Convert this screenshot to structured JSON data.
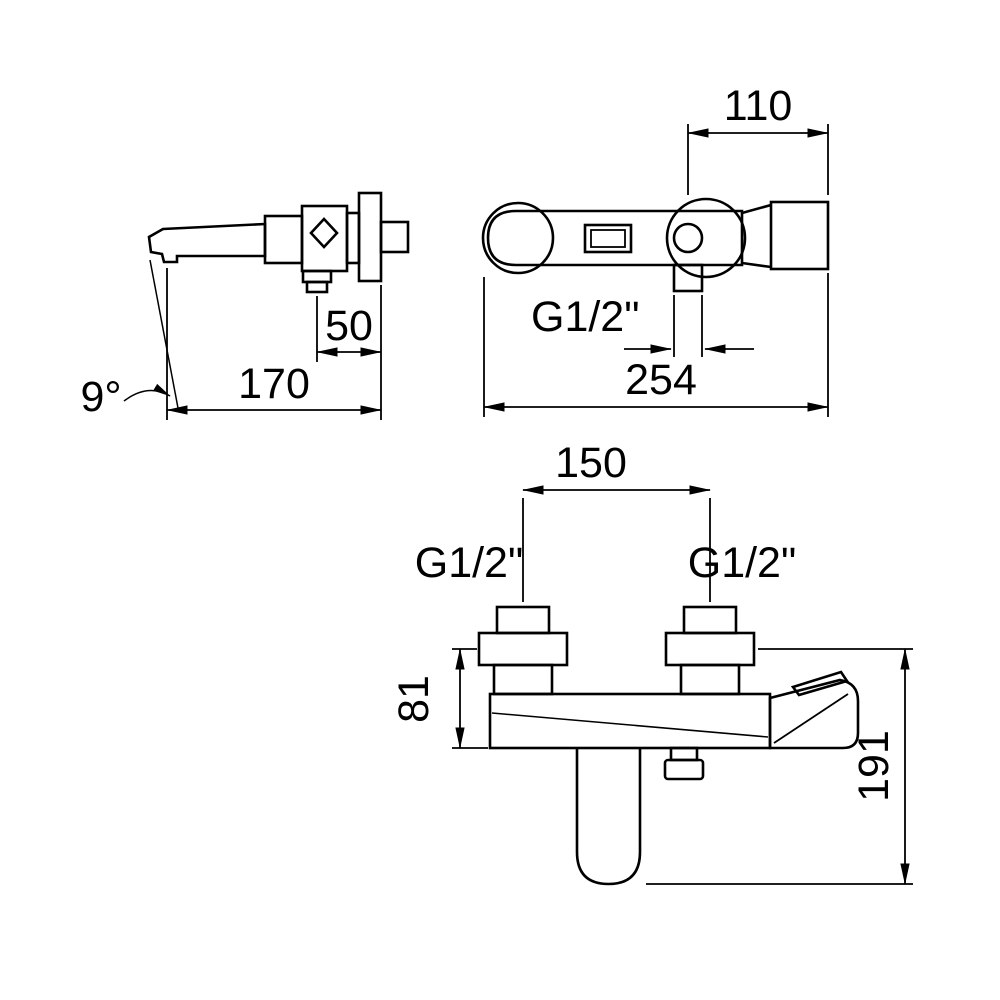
{
  "page": {
    "background": "#ffffff",
    "line_color": "#000000"
  },
  "drawing": {
    "kind": "faucet-technical-drawing",
    "views": {
      "side_view": {
        "dim_50": "50",
        "dim_170": "170",
        "angle": "9°"
      },
      "top_view": {
        "dim_110": "110",
        "dim_254": "254",
        "thread_outlet": "G1/2\""
      },
      "front_view": {
        "dim_150": "150",
        "dim_81": "81",
        "dim_191": "191",
        "thread_left": "G1/2\"",
        "thread_right": "G1/2\""
      }
    }
  }
}
